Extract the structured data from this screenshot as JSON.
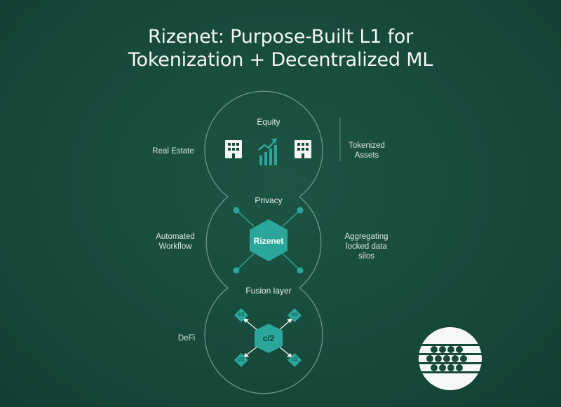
{
  "title": {
    "line1": "Rizenet: Purpose-Built L1 for",
    "line2": "Tokenization + Decentralized ML"
  },
  "sections": {
    "top": {
      "label": "Equity",
      "left": "Real Estate",
      "right_line1": "Tokenized",
      "right_line2": "Assets"
    },
    "middle": {
      "label": "Privacy",
      "center": "Rizenet",
      "left_line1": "Automated",
      "left_line2": "Workflow",
      "right_line1": "Aggregating",
      "right_line2": "locked data",
      "right_line3": "silos"
    },
    "bottom": {
      "label": "Fusion layer",
      "center": "c/2",
      "left": "DeFi",
      "nodes": [
        "c/2",
        "c/2",
        "c/2",
        "c/2"
      ]
    }
  },
  "icons": {
    "building_left": "building-icon",
    "growth_chart": "growth-chart-icon",
    "building_right": "building-icon",
    "logo": "abacus-logo-icon"
  },
  "colors": {
    "background": "#174a3b",
    "accent": "#2aa79a",
    "outline": "#8fb3a8",
    "text": "#e9f1ee"
  }
}
